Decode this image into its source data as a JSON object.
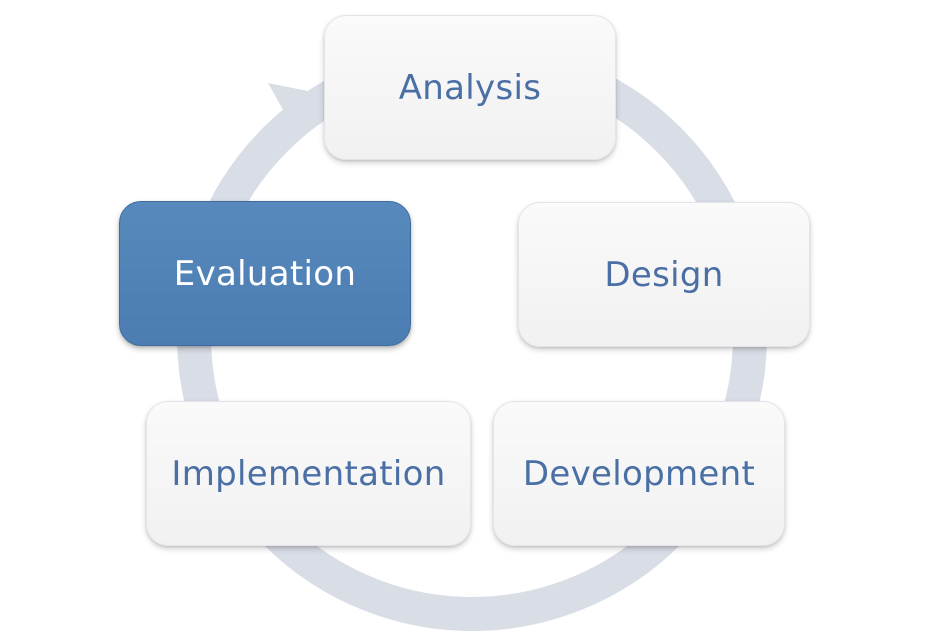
{
  "diagram": {
    "ring_color": "#d9dde6",
    "active_color": "#4f83b8",
    "text_color": "#4a6fa5",
    "stages": [
      {
        "id": "analysis",
        "label": "Analysis",
        "active": false
      },
      {
        "id": "design",
        "label": "Design",
        "active": false
      },
      {
        "id": "development",
        "label": "Development",
        "active": false
      },
      {
        "id": "implementation",
        "label": "Implementation",
        "active": false
      },
      {
        "id": "evaluation",
        "label": "Evaluation",
        "active": true
      }
    ]
  }
}
